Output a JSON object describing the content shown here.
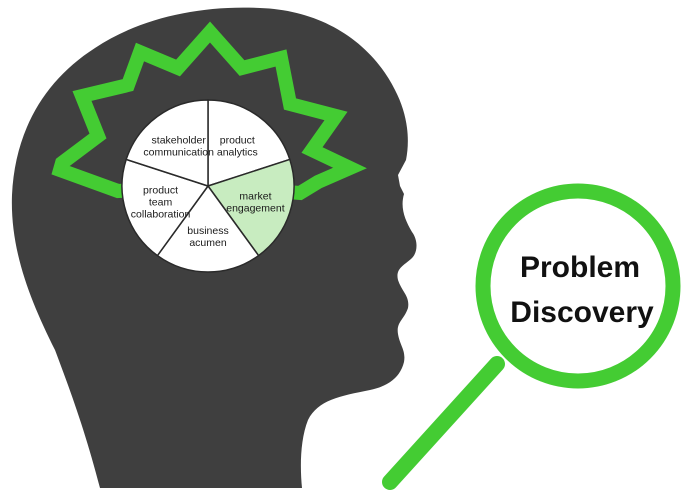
{
  "colors": {
    "silhouette": "#3f3f3f",
    "accent_green": "#44cc33",
    "highlight_segment": "#c8ecc0",
    "segment_fill": "#ffffff",
    "segment_stroke": "#2a2a2a"
  },
  "wheel": {
    "segments": [
      {
        "lines": [
          "product",
          "analytics"
        ],
        "highlighted": false
      },
      {
        "lines": [
          "market",
          "engagement"
        ],
        "highlighted": true
      },
      {
        "lines": [
          "business",
          "acumen"
        ],
        "highlighted": false
      },
      {
        "lines": [
          "product",
          "team",
          "collaboration"
        ],
        "highlighted": false
      },
      {
        "lines": [
          "stakeholder",
          "communication"
        ],
        "highlighted": false
      }
    ]
  },
  "magnifier": {
    "line1": "Problem",
    "line2": "Discovery"
  }
}
